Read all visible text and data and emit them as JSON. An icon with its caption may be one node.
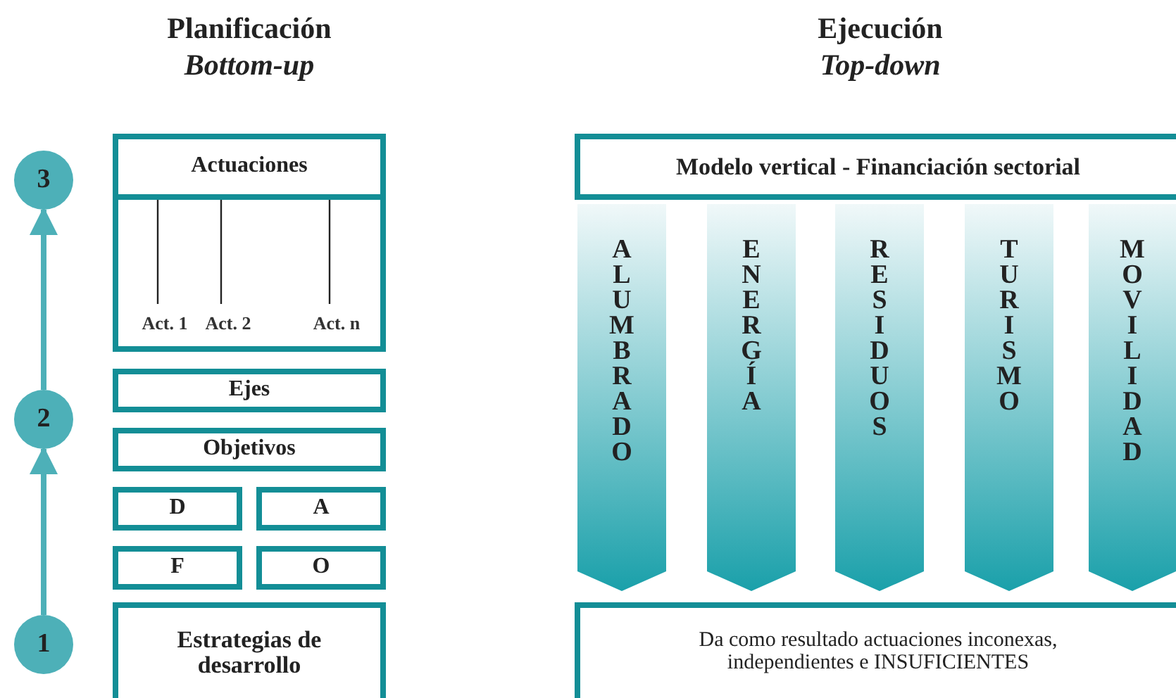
{
  "diagram": {
    "nodes": [
      {
        "text": [
          "3"
        ]
      },
      {
        "text": [],
        "shape": "box"
      },
      {
        "text": [
          "Actuaciones"
        ],
        "in": 1
      },
      {
        "text": [
          "Act. 1"
        ],
        "in": 1
      },
      {
        "text": [
          "Act. 2"
        ],
        "in": 1
      },
      {
        "text": [
          "Act. n"
        ],
        "in": 1
      },
      {
        "text": [
          "2"
        ]
      },
      {
        "text": [
          "Ejes"
        ]
      },
      {
        "text": [
          "Objetivos"
        ]
      },
      {
        "text": [
          "D"
        ]
      },
      {
        "text": [
          "A"
        ]
      },
      {
        "text": [
          "F"
        ]
      },
      {
        "text": [
          "O"
        ]
      },
      {
        "text": [
          "1"
        ]
      },
      {
        "text": [
          "Estrategias de desarrollo"
        ]
      },
      {
        "text": [
          "Modelo vertical - Financiación sectorial"
        ]
      },
      {
        "text": [
          "ALUMBRADO"
        ]
      },
      {
        "text": [
          "ENERGÍA"
        ]
      },
      {
        "text": [
          "RESIDUOS"
        ]
      },
      {
        "text": [
          "TURISMO"
        ]
      },
      {
        "text": [
          "MOVILIDAD"
        ]
      },
      {
        "text": [
          "Da como resultado actuaciones inconexas, independientes e INSUFICIENTES"
        ]
      }
    ],
    "edges": [
      {
        "from": 13,
        "to": 6,
        "arrow": "to",
        "style": "thick",
        "color": "#4db0b8"
      },
      {
        "from": 6,
        "to": 0,
        "arrow": "to",
        "style": "thick",
        "color": "#4db0b8"
      },
      {
        "from": 2,
        "to": 3,
        "arrow": "none"
      },
      {
        "from": 2,
        "to": 4,
        "arrow": "none"
      },
      {
        "from": 2,
        "to": 5,
        "arrow": "none"
      }
    ],
    "labels": [
      "Planificación",
      "Bottom-up",
      "Ejecución",
      "Top-down"
    ]
  }
}
